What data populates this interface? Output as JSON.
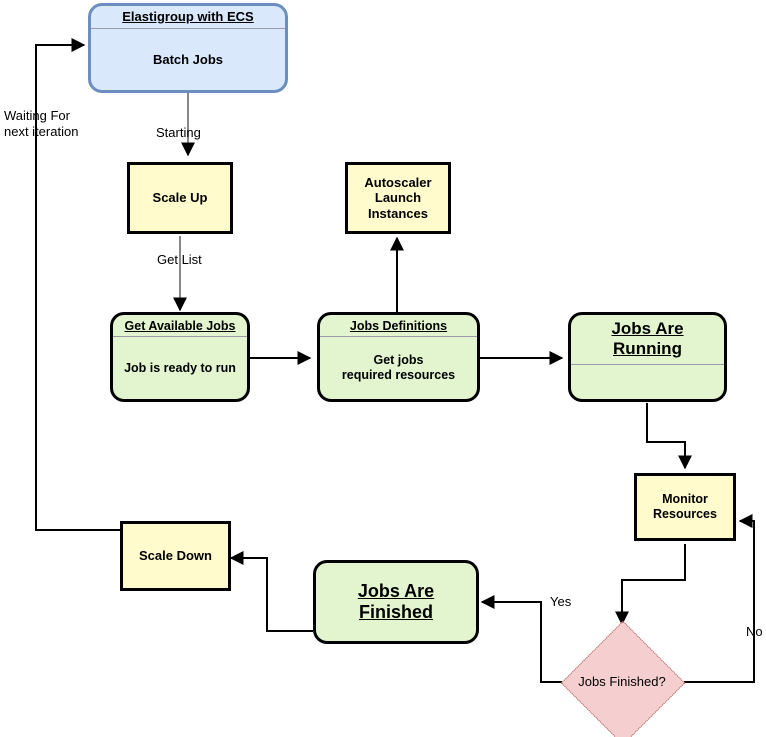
{
  "diagram": {
    "title": "Elastigroup with ECS batch jobs autoscaling flow",
    "colors": {
      "yellow_fill": "#fffbcc",
      "green_fill": "#e3f5cf",
      "blue_fill": "#dae8fc",
      "blue_stroke": "#6c8ebf",
      "pink_fill": "#f5cfcf",
      "pink_stroke": "#b05555",
      "edge_black": "#000000",
      "edge_gray": "#888888",
      "divider": "#9a9aa8"
    },
    "nodes": [
      {
        "id": "elastigroup",
        "title": "Elastigroup with ECS",
        "body": "Batch Jobs",
        "shape": "rounded",
        "fill": "blue"
      },
      {
        "id": "scale-up",
        "title": "",
        "body": "Scale Up",
        "shape": "rect",
        "fill": "yellow"
      },
      {
        "id": "autoscaler",
        "title": "",
        "body": "Autoscaler\nLaunch\nInstances",
        "shape": "rect",
        "fill": "yellow"
      },
      {
        "id": "get-available-jobs",
        "title": "Get Available Jobs",
        "body": "Job is ready to run",
        "shape": "rounded",
        "fill": "green"
      },
      {
        "id": "jobs-definitions",
        "title": "Jobs Definitions",
        "body": "Get jobs\nrequired resources",
        "shape": "rounded",
        "fill": "green"
      },
      {
        "id": "jobs-are-running",
        "title": "Jobs Are\nRunning",
        "body": "",
        "shape": "rounded",
        "fill": "green"
      },
      {
        "id": "monitor-resources",
        "title": "",
        "body": "Monitor\nResources",
        "shape": "rect",
        "fill": "yellow"
      },
      {
        "id": "jobs-finished-decision",
        "title": "",
        "body": "Jobs Finished?",
        "shape": "diamond",
        "fill": "pink"
      },
      {
        "id": "jobs-are-finished",
        "title": "Jobs Are\nFinished",
        "body": "",
        "shape": "rounded",
        "fill": "green"
      },
      {
        "id": "scale-down",
        "title": "",
        "body": "Scale Down",
        "shape": "rect",
        "fill": "yellow"
      }
    ],
    "labels": {
      "elastigroup_title": "Elastigroup with ECS",
      "elastigroup_body": "Batch Jobs",
      "scale_up": "Scale Up",
      "autoscaler_line1": "Autoscaler",
      "autoscaler_line2": "Launch",
      "autoscaler_line3": "Instances",
      "get_available_jobs_title": "Get Available Jobs",
      "get_available_jobs_body": "Job is ready to run",
      "jobs_definitions_title": "Jobs Definitions",
      "jobs_definitions_body_line1": "Get jobs",
      "jobs_definitions_body_line2": "required resources",
      "jobs_are_running_line1": "Jobs Are",
      "jobs_are_running_line2": "Running",
      "monitor_resources_line1": "Monitor",
      "monitor_resources_line2": "Resources",
      "jobs_finished_decision": "Jobs Finished?",
      "jobs_are_finished_line1": "Jobs Are",
      "jobs_are_finished_line2": "Finished",
      "scale_down": "Scale Down"
    },
    "edge_labels": {
      "starting": "Starting",
      "get_list": "Get List",
      "yes": "Yes",
      "no": "No",
      "waiting_line1": "Waiting For",
      "waiting_line2": "next iteration"
    }
  }
}
